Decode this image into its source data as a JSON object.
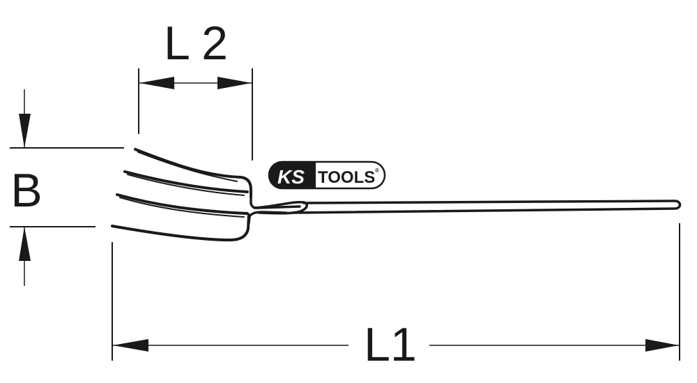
{
  "drawing": {
    "subject": "digging fork",
    "dimensions": {
      "l2": {
        "label": "L 2"
      },
      "b": {
        "label": "B"
      },
      "l1": {
        "label": "L1"
      }
    },
    "logo": {
      "brand_left": "KS",
      "brand_right": "TOOLS",
      "registered_mark": "®"
    },
    "colors": {
      "line": "#1a1a1a",
      "background": "#ffffff"
    }
  }
}
